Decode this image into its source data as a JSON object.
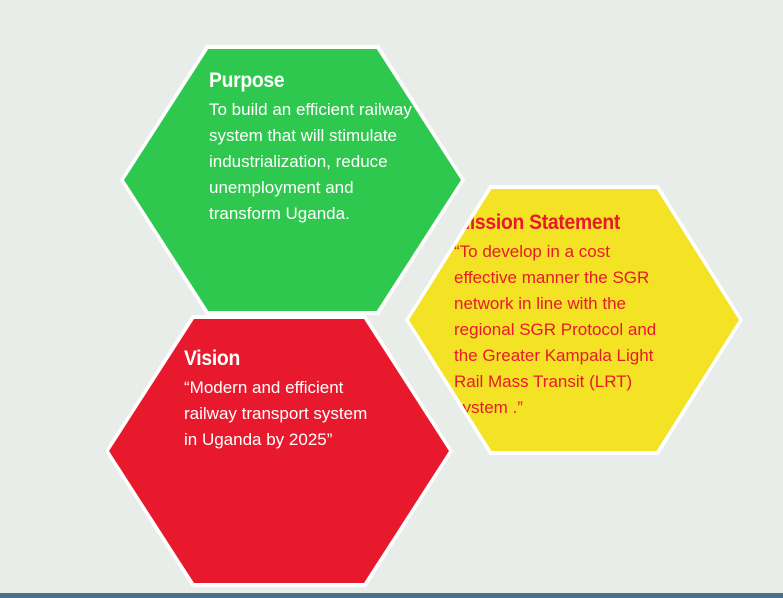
{
  "page": {
    "background_color": "#e9ede9",
    "bottom_edge_color": "#49708c"
  },
  "hexagons": {
    "purpose": {
      "title": "Purpose",
      "body": "To build an efficient railway system that will stimulate industrialization, reduce unemployment and transform Uganda.",
      "fill_color": "#2dc84d",
      "text_color": "#ffffff"
    },
    "mission": {
      "title": "Mission Statement",
      "body": "“To develop in a cost effective manner the SGR network in line with the regional SGR Protocol and the Greater Kampala Light Rail Mass Transit (LRT) system .”",
      "fill_color": "#f4e224",
      "text_color": "#e8192c"
    },
    "vision": {
      "title": "Vision",
      "body": "“Modern and efficient railway transport system in Uganda by 2025”",
      "fill_color": "#e8192c",
      "text_color": "#ffffff"
    }
  }
}
